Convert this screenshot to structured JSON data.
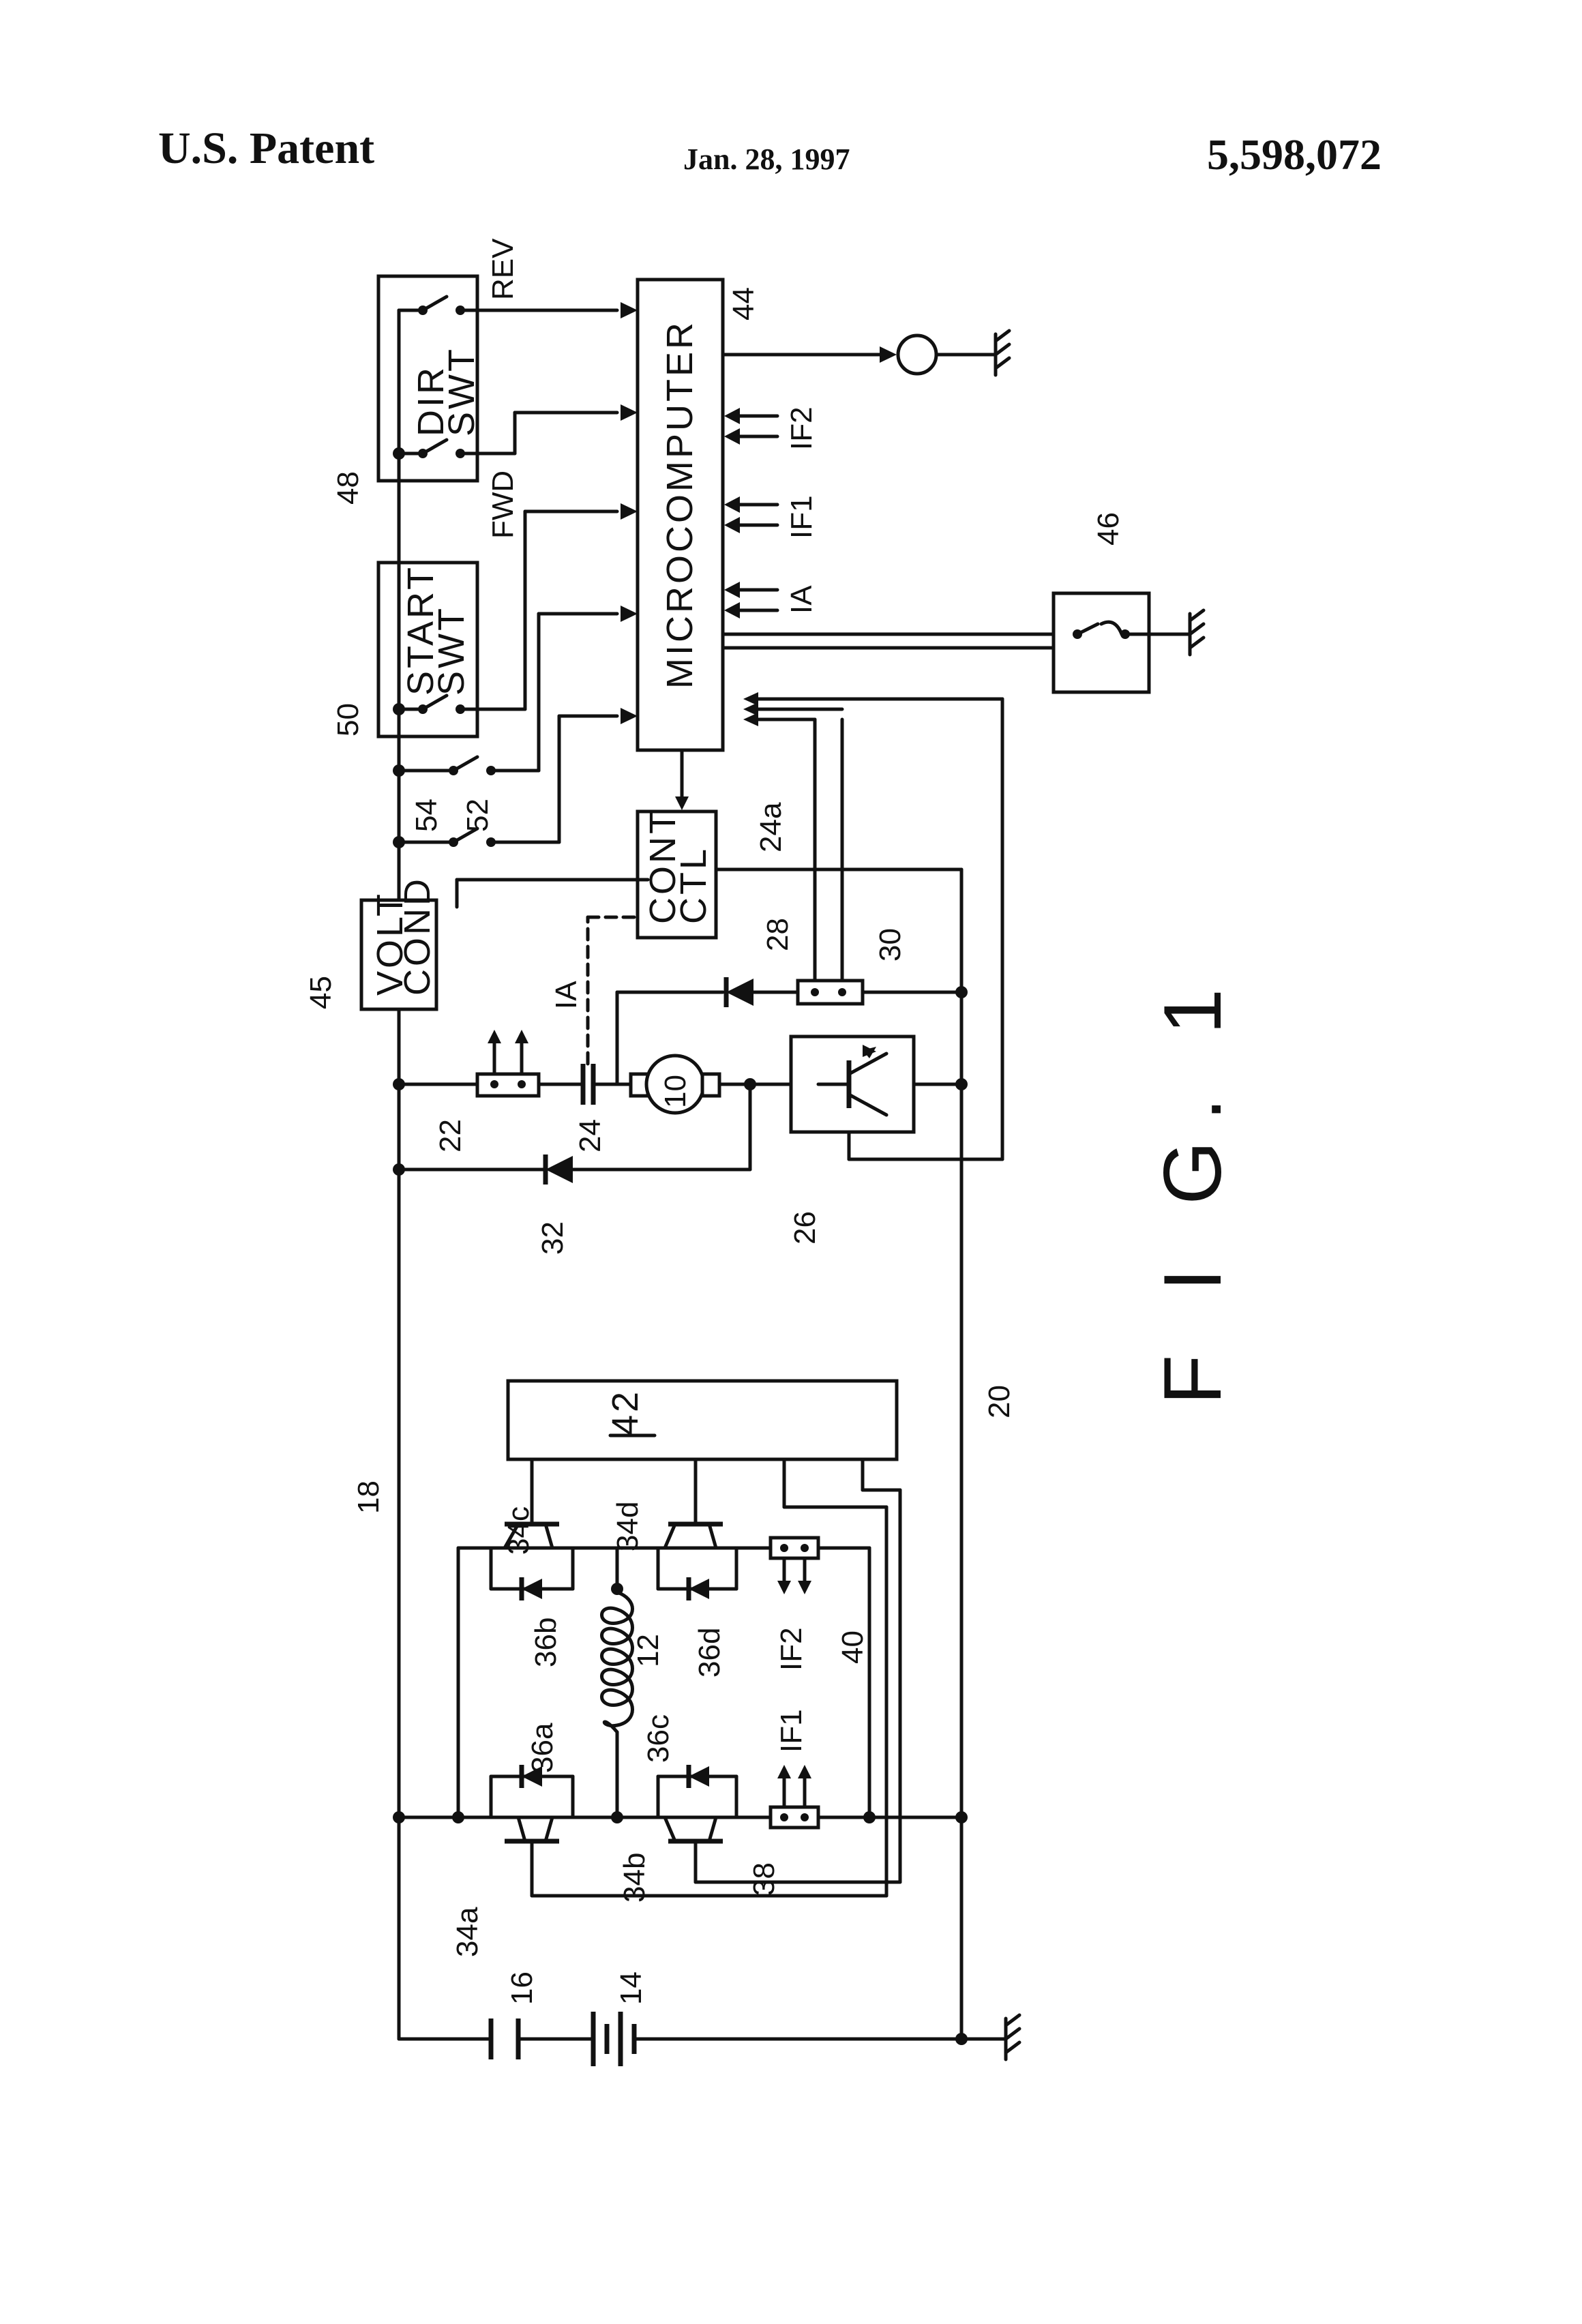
{
  "header": {
    "left": "U.S. Patent",
    "date": "Jan. 28, 1997",
    "number": "5,598,072"
  },
  "figure": {
    "caption": "F I G. 1",
    "blocks": {
      "microcomputer": "MICROCOMPUTER",
      "dir_switch_line1": "DIR",
      "dir_switch_line2": "SWT",
      "start_switch_line1": "START",
      "start_switch_line2": "SWT",
      "volt_cond_line1": "VOLT",
      "volt_cond_line2": "COND",
      "cont_ctl_line1": "CONT",
      "cont_ctl_line2": "CTL",
      "block42": "42",
      "motor": "10"
    },
    "signals": {
      "rev": "REV",
      "fwd": "FWD",
      "ia": "IA",
      "if1": "IF1",
      "if2": "IF2"
    },
    "refs": {
      "r44": "44",
      "r48": "48",
      "r50": "50",
      "r45": "45",
      "r46": "46",
      "r54": "54",
      "r52": "52",
      "r24a": "24a",
      "r28": "28",
      "r30": "30",
      "r22": "22",
      "r24": "24",
      "r32": "32",
      "r26": "26",
      "r20": "20",
      "r18": "18",
      "r34c": "34c",
      "r34d": "34d",
      "r36b": "36b",
      "r12": "12",
      "r36d": "36d",
      "r40": "40",
      "r36a": "36a",
      "r36c": "36c",
      "r34a": "34a",
      "r34b": "34b",
      "r38": "38",
      "r16": "16",
      "r14": "14"
    }
  }
}
